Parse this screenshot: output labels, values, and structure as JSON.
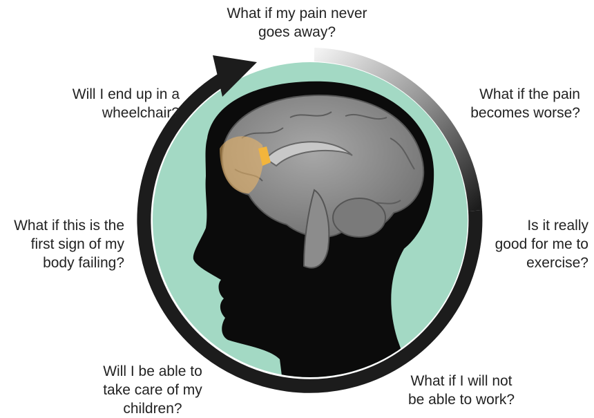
{
  "questions": {
    "top": [
      "What if my pain never",
      "goes away?"
    ],
    "upper_left": [
      "Will I end up in a",
      "wheelchair?"
    ],
    "upper_right": [
      "What if the pain",
      "becomes worse?"
    ],
    "mid_left": [
      "What if this is the",
      "first sign of my",
      "body failing?"
    ],
    "mid_right": [
      "Is it really",
      "good for me to",
      "exercise?"
    ],
    "lower_left": [
      "Will I be able to",
      "take care of my",
      "children?"
    ],
    "lower_right": [
      "What if I will not",
      "be able to work?"
    ]
  },
  "colors": {
    "circle_fill": "#a3d9c4",
    "silhouette": "#0b0b0b",
    "brain": "#8a8a8a",
    "highlight": "#f1b866",
    "arrow_dark": "#1c1c1c",
    "arrow_light": "#dcdcdc"
  }
}
